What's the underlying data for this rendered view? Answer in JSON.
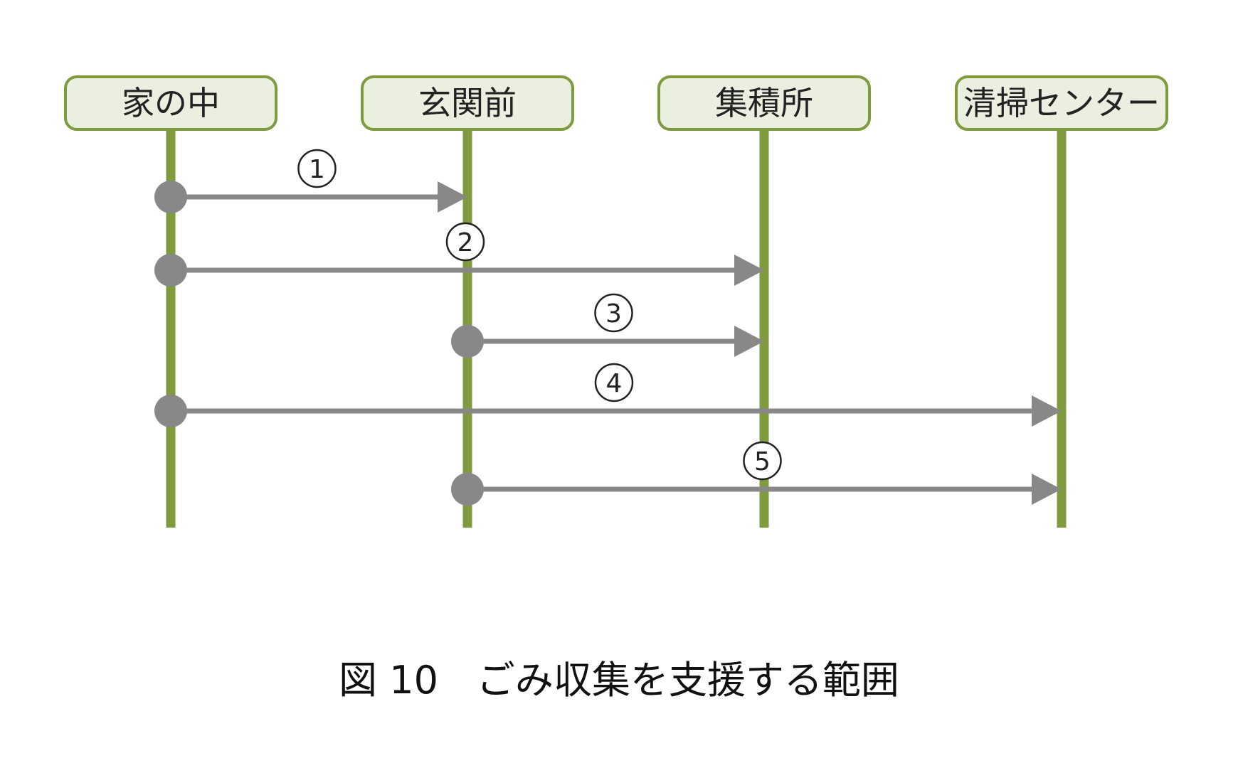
{
  "diagram": {
    "lifelines": [
      {
        "id": "home",
        "label": "家の中"
      },
      {
        "id": "entrance",
        "label": "玄関前"
      },
      {
        "id": "collection",
        "label": "集積所"
      },
      {
        "id": "center",
        "label": "清掃センター"
      }
    ],
    "messages": [
      {
        "label": "1",
        "from": "home",
        "to": "entrance"
      },
      {
        "label": "2",
        "from": "home",
        "to": "collection"
      },
      {
        "label": "3",
        "from": "entrance",
        "to": "collection"
      },
      {
        "label": "4",
        "from": "home",
        "to": "center"
      },
      {
        "label": "5",
        "from": "entrance",
        "to": "center"
      }
    ],
    "colors": {
      "lifeline": "#7f9a3f",
      "box_fill": "#ebefdf",
      "arrow": "#888888"
    }
  },
  "caption": "図 10　ごみ収集を支援する範囲"
}
